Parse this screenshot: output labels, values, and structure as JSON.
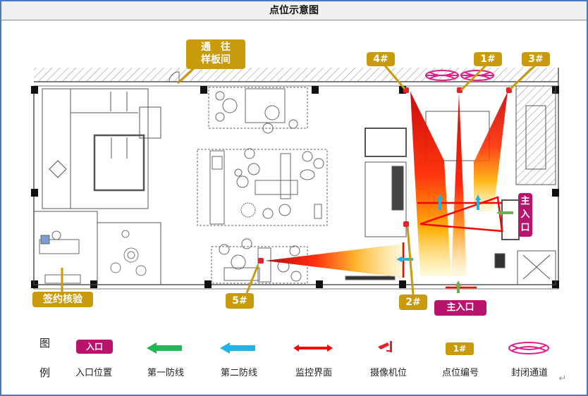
{
  "title": "点位示意图",
  "tags": {
    "sample_room": "通　往\n样板间",
    "sample_room_line1": "通　往",
    "sample_room_line2": "样板间",
    "sign_verify": "签约核验",
    "point_1": "1#",
    "point_2": "2#",
    "point_3": "3#",
    "point_4": "4#",
    "point_5": "5#"
  },
  "entrances": {
    "main_bottom": "主入口",
    "main_right_1": "主",
    "main_right_2": "入",
    "main_right_3": "口"
  },
  "legend": {
    "heading_1": "图",
    "heading_2": "例",
    "items": [
      {
        "icon": "entry-badge",
        "badge_text": "入口",
        "label": "入口位置",
        "color": "#b8146e"
      },
      {
        "icon": "green-arrow-left",
        "label": "第一防线",
        "color": "#1db954"
      },
      {
        "icon": "blue-arrow-left",
        "label": "第二防线",
        "color": "#1eb4e8"
      },
      {
        "icon": "red-double-arrow",
        "label": "监控界面",
        "color": "#ff0000"
      },
      {
        "icon": "camera-icon",
        "label": "摄像机位",
        "color": "#e8202a"
      },
      {
        "icon": "point-badge",
        "badge_text": "1#",
        "label": "点位编号",
        "color": "#c99a0b"
      },
      {
        "icon": "closed-passage-ellipse",
        "label": "封闭通道",
        "color": "#e0208a"
      }
    ]
  },
  "colors": {
    "tag_gold": "#c99a0b",
    "entry_magenta": "#b8146e",
    "first_line_green": "#1db954",
    "second_line_blue": "#1eb4e8",
    "monitor_red": "#ff0000",
    "frame_blue": "#4a78c2"
  },
  "return_mark": "↵"
}
